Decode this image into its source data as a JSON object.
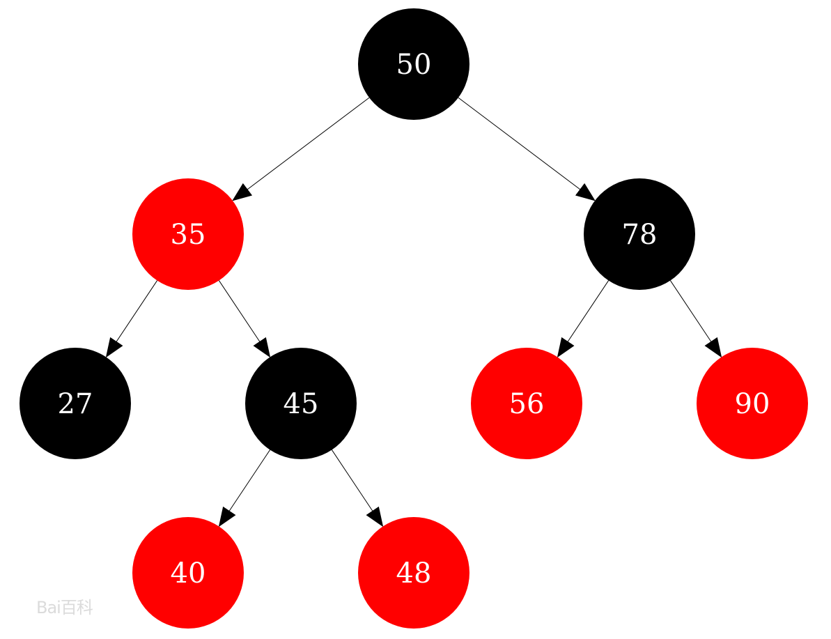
{
  "tree": {
    "colors": {
      "red": "#ff0000",
      "black": "#000000",
      "label": "#ffffff",
      "edge": "#000000"
    },
    "nodes": [
      {
        "id": "n50",
        "label": "50",
        "color": "black"
      },
      {
        "id": "n35",
        "label": "35",
        "color": "red"
      },
      {
        "id": "n78",
        "label": "78",
        "color": "black"
      },
      {
        "id": "n27",
        "label": "27",
        "color": "black"
      },
      {
        "id": "n45",
        "label": "45",
        "color": "black"
      },
      {
        "id": "n56",
        "label": "56",
        "color": "red"
      },
      {
        "id": "n90",
        "label": "90",
        "color": "red"
      },
      {
        "id": "n40",
        "label": "40",
        "color": "red"
      },
      {
        "id": "n48",
        "label": "48",
        "color": "red"
      }
    ],
    "edges": [
      {
        "from": "n50",
        "to": "n35"
      },
      {
        "from": "n50",
        "to": "n78"
      },
      {
        "from": "n35",
        "to": "n27"
      },
      {
        "from": "n35",
        "to": "n45"
      },
      {
        "from": "n78",
        "to": "n56"
      },
      {
        "from": "n78",
        "to": "n90"
      },
      {
        "from": "n45",
        "to": "n40"
      },
      {
        "from": "n45",
        "to": "n48"
      }
    ]
  },
  "watermark": {
    "text": "Bai百科"
  }
}
